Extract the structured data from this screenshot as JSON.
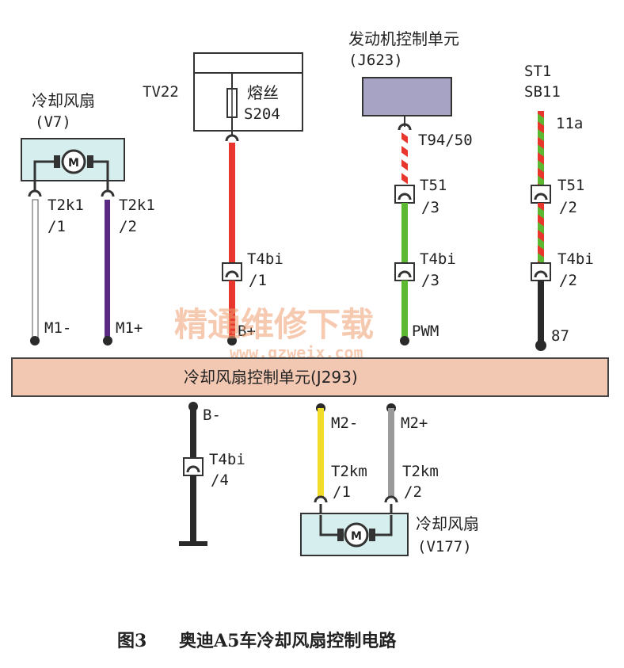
{
  "colors": {
    "box_fill": "#d7eeee",
    "ecu_fill": "#a7a3c4",
    "controller_fill": "#f3c8b3",
    "red": "#e8362e",
    "green": "#5cb830",
    "purple": "#5a2a82",
    "yellow": "#f2dc2a",
    "gray": "#9a9a9a",
    "black": "#2a2a2a",
    "white": "#ffffff"
  },
  "fan_v7": {
    "title": "冷却风扇",
    "code": "(V7)",
    "motor": "M"
  },
  "fuse_box": {
    "name": "TV22",
    "fuse": "熔丝",
    "fuse_id": "S204"
  },
  "ecu": {
    "title": "发动机控制单元",
    "code": "(J623)"
  },
  "supply": {
    "line1": "ST1",
    "line2": "SB11",
    "pin": "11a"
  },
  "controller": {
    "title": "冷却风扇控制单元(J293)"
  },
  "fan_v177": {
    "title": "冷却风扇",
    "code": "(V177)",
    "motor": "M"
  },
  "connectors": {
    "t2k1_1": {
      "name": "T2k1",
      "pin": "/1"
    },
    "t2k1_2": {
      "name": "T2k1",
      "pin": "/2"
    },
    "t4bi_1": {
      "name": "T4bi",
      "pin": "/1"
    },
    "t94": {
      "name": "T94/50"
    },
    "t51_3": {
      "name": "T51",
      "pin": "/3"
    },
    "t4bi_3": {
      "name": "T4bi",
      "pin": "/3"
    },
    "t51_2": {
      "name": "T51",
      "pin": "/2"
    },
    "t4bi_2": {
      "name": "T4bi",
      "pin": "/2"
    },
    "t4bi_4": {
      "name": "T4bi",
      "pin": "/4"
    },
    "t2km_1": {
      "name": "T2km",
      "pin": "/1"
    },
    "t2km_2": {
      "name": "T2km",
      "pin": "/2"
    }
  },
  "terminals": {
    "m1_minus": "M1-",
    "m1_plus": "M1+",
    "b_plus": "B+",
    "pwm": "PWM",
    "t87": "87",
    "b_minus": "B-",
    "m2_minus": "M2-",
    "m2_plus": "M2+"
  },
  "watermark": {
    "text": "精通维修下载",
    "url": "www.gzweix.com"
  },
  "caption": {
    "fig": "图3",
    "text": "奥迪A5车冷却风扇控制电路"
  }
}
